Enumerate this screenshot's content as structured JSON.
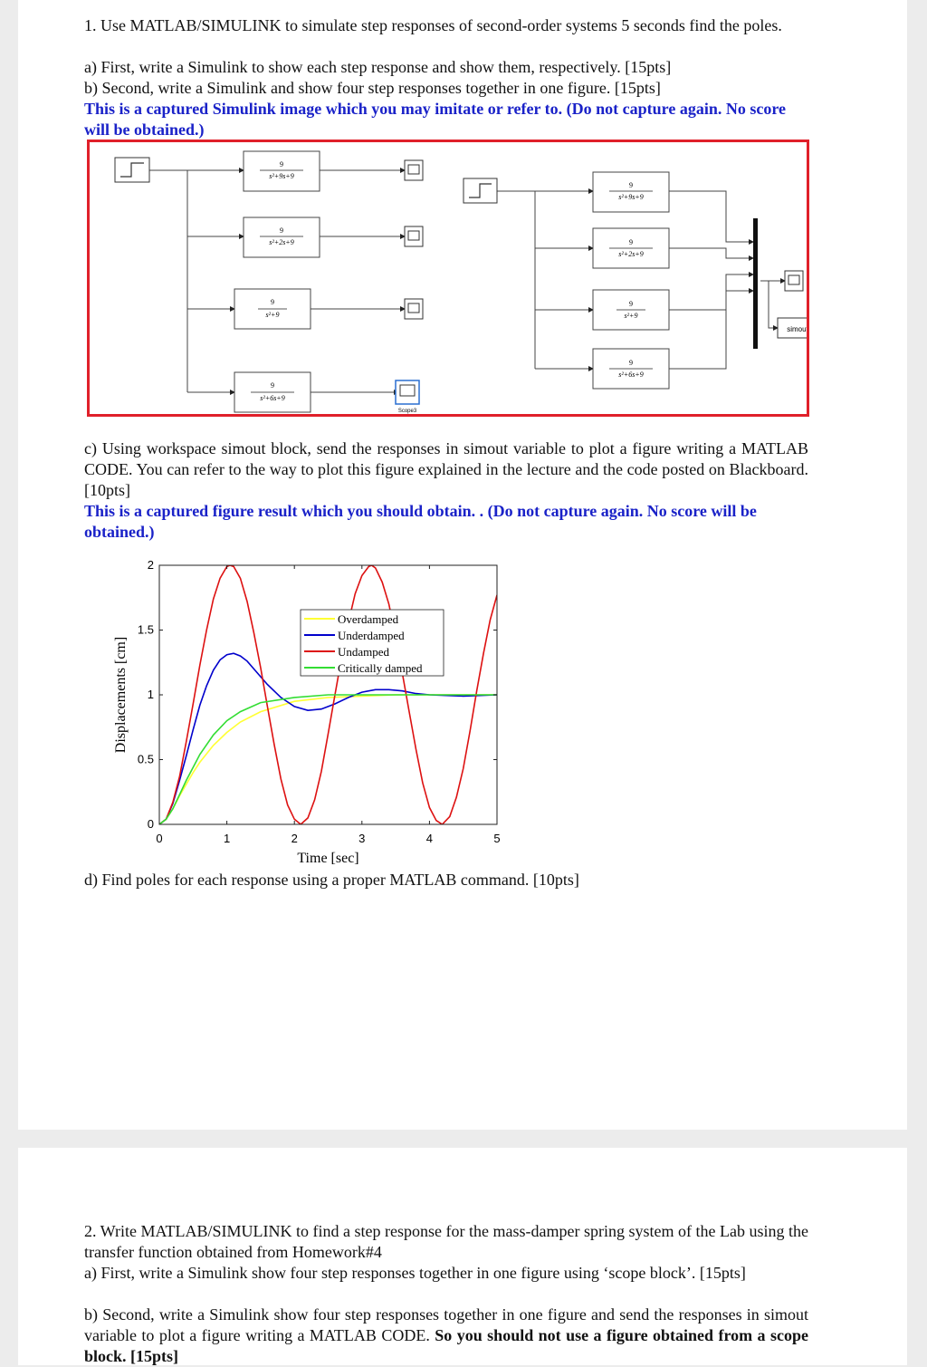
{
  "q1": {
    "heading": "1. Use MATLAB/SIMULINK to simulate step responses of second-order systems 5 seconds find the poles.",
    "a": "a) First, write a Simulink to show each step response and show them, respectively. [15pts]",
    "b": "b) Second, write a Simulink and show four step responses together in one figure. [15pts]",
    "note1": "This is a captured Simulink image which you may imitate or refer to. (Do not capture again. No score will be obtained.)",
    "c": "c) Using workspace simout block, send the responses in simout variable to plot a figure writing a MATLAB CODE. You can refer to the way to plot this figure explained in the lecture and the code posted on Blackboard. [10pts]",
    "note2": "This is a captured figure result which you should obtain. . (Do not capture again. No score will be obtained.)",
    "d": "d) Find poles for each response using a proper MATLAB command. [10pts]"
  },
  "simulink": {
    "tf_numerator": "9",
    "tf_denominators": [
      "s²+9s+9",
      "s²+2s+9",
      "s²+9",
      "s²+6s+9"
    ],
    "scope_label": "Scope3",
    "simout_label": "simout"
  },
  "chart_data": {
    "type": "line",
    "xlabel": "Time [sec]",
    "ylabel": "Displacements [cm]",
    "xlim": [
      0,
      5
    ],
    "ylim": [
      0,
      2
    ],
    "xticks": [
      0,
      1,
      2,
      3,
      4,
      5
    ],
    "yticks": [
      0,
      0.5,
      1,
      1.5,
      2
    ],
    "xtick_labels": [
      "0",
      "1",
      "2",
      "3",
      "4",
      "5"
    ],
    "ytick_labels": [
      "0",
      "0.5",
      "1",
      "1.5",
      "2"
    ],
    "grid": false,
    "legend_position": "top-right",
    "series": [
      {
        "name": "Overdamped",
        "color": "#ffff33",
        "x": [
          0,
          0.1,
          0.2,
          0.3,
          0.4,
          0.5,
          0.6,
          0.8,
          1.0,
          1.2,
          1.5,
          2.0,
          2.5,
          3.0,
          3.5,
          4.0,
          4.5,
          5.0
        ],
        "y": [
          0,
          0.04,
          0.12,
          0.22,
          0.31,
          0.4,
          0.48,
          0.61,
          0.71,
          0.79,
          0.87,
          0.95,
          0.98,
          0.99,
          1.0,
          1.0,
          1.0,
          1.0
        ]
      },
      {
        "name": "Underdamped",
        "color": "#0000cc",
        "x": [
          0,
          0.1,
          0.2,
          0.3,
          0.4,
          0.5,
          0.6,
          0.7,
          0.8,
          0.9,
          1.0,
          1.1,
          1.2,
          1.3,
          1.4,
          1.5,
          1.6,
          1.8,
          2.0,
          2.2,
          2.4,
          2.6,
          2.8,
          3.0,
          3.2,
          3.4,
          3.6,
          3.8,
          4.0,
          4.5,
          5.0
        ],
        "y": [
          0,
          0.04,
          0.16,
          0.34,
          0.53,
          0.73,
          0.92,
          1.07,
          1.19,
          1.27,
          1.31,
          1.32,
          1.3,
          1.26,
          1.2,
          1.14,
          1.08,
          0.98,
          0.91,
          0.88,
          0.89,
          0.93,
          0.98,
          1.02,
          1.04,
          1.04,
          1.03,
          1.01,
          1.0,
          0.99,
          1.0
        ]
      },
      {
        "name": "Undamped",
        "color": "#dd1111",
        "x": [
          0,
          0.1,
          0.2,
          0.3,
          0.4,
          0.5,
          0.6,
          0.7,
          0.8,
          0.9,
          1.0,
          1.047,
          1.1,
          1.2,
          1.3,
          1.4,
          1.5,
          1.6,
          1.7,
          1.8,
          1.9,
          2.0,
          2.094,
          2.2,
          2.3,
          2.4,
          2.5,
          2.6,
          2.7,
          2.8,
          2.9,
          3.0,
          3.1,
          3.142,
          3.2,
          3.3,
          3.4,
          3.5,
          3.6,
          3.7,
          3.8,
          3.9,
          4.0,
          4.1,
          4.189,
          4.3,
          4.4,
          4.5,
          4.6,
          4.7,
          4.8,
          4.9,
          5.0
        ],
        "y": [
          0,
          0.04,
          0.17,
          0.37,
          0.64,
          0.93,
          1.23,
          1.5,
          1.74,
          1.9,
          1.99,
          2.0,
          1.99,
          1.9,
          1.72,
          1.48,
          1.21,
          0.91,
          0.62,
          0.35,
          0.15,
          0.04,
          0.0,
          0.05,
          0.19,
          0.41,
          0.7,
          1.0,
          1.29,
          1.56,
          1.78,
          1.92,
          1.99,
          2.0,
          1.98,
          1.87,
          1.7,
          1.45,
          1.16,
          0.87,
          0.58,
          0.32,
          0.13,
          0.03,
          0.0,
          0.06,
          0.21,
          0.43,
          0.72,
          1.03,
          1.32,
          1.58,
          1.77
        ]
      },
      {
        "name": "Critically damped",
        "color": "#33dd33",
        "x": [
          0,
          0.1,
          0.2,
          0.3,
          0.4,
          0.5,
          0.6,
          0.8,
          1.0,
          1.2,
          1.5,
          2.0,
          2.5,
          3.0,
          3.5,
          4.0,
          5.0
        ],
        "y": [
          0,
          0.04,
          0.12,
          0.23,
          0.34,
          0.44,
          0.54,
          0.69,
          0.8,
          0.87,
          0.94,
          0.98,
          1.0,
          1.0,
          1.0,
          1.0,
          1.0
        ]
      }
    ]
  },
  "q2": {
    "heading": "2. Write MATLAB/SIMULINK to find a step response for the mass-damper spring system of the Lab using the transfer function obtained from Homework#4",
    "a": "a) First, write a Simulink show four step responses together in one figure using ‘scope block’. [15pts]",
    "b_text": "b) Second, write a Simulink show four step responses together in one figure and send the responses in simout variable to plot a figure writing a MATLAB CODE. ",
    "b_bold": "So you should not use a figure obtained from a scope block. [15pts]"
  }
}
